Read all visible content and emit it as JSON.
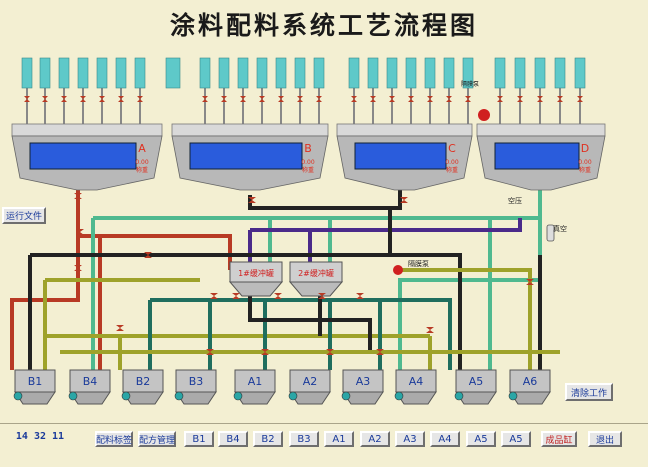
{
  "title": "涂料配料系统工艺流程图",
  "clock": "14 32 11",
  "buttons": {
    "run_file": "运行文件",
    "clear_work": "清除工作",
    "ingredient_tag": "配料标签",
    "recipe_manage": "配方管理",
    "product_tank": "成品缸",
    "exit": "退出"
  },
  "tank_buttons": [
    "B1",
    "B4",
    "B2",
    "B3",
    "A1",
    "A2",
    "A3",
    "A4",
    "A5",
    "A5"
  ],
  "silo_labels": [
    "A",
    "B",
    "C",
    "D"
  ],
  "silo_sublabels": [
    "称重",
    "称重",
    "称重",
    "称重"
  ],
  "silo_values": [
    "0.00",
    "0.00",
    "0.00",
    "0.00"
  ],
  "buffer_tanks": [
    "1#缓冲罐",
    "2#缓冲罐"
  ],
  "pump_label": "隔膜泵",
  "air_label": "空压",
  "vacuum_label": "真空",
  "diaphragm_label": "隔膜泵",
  "mix_tanks": [
    "B1",
    "B4",
    "B2",
    "B3",
    "A1",
    "A2",
    "A3",
    "A4",
    "A5",
    "A6"
  ],
  "colors": {
    "background": "#f3efd2",
    "tank_screen": "#2a5cdc",
    "pipe_red": "#b83a24",
    "pipe_green": "#4fb98f",
    "pipe_black": "#222222",
    "pipe_olive": "#9ea22a",
    "pipe_purple": "#4a2a8a",
    "pipe_teal": "#1f6e5e",
    "silo_tube": "#5ec9c9"
  }
}
